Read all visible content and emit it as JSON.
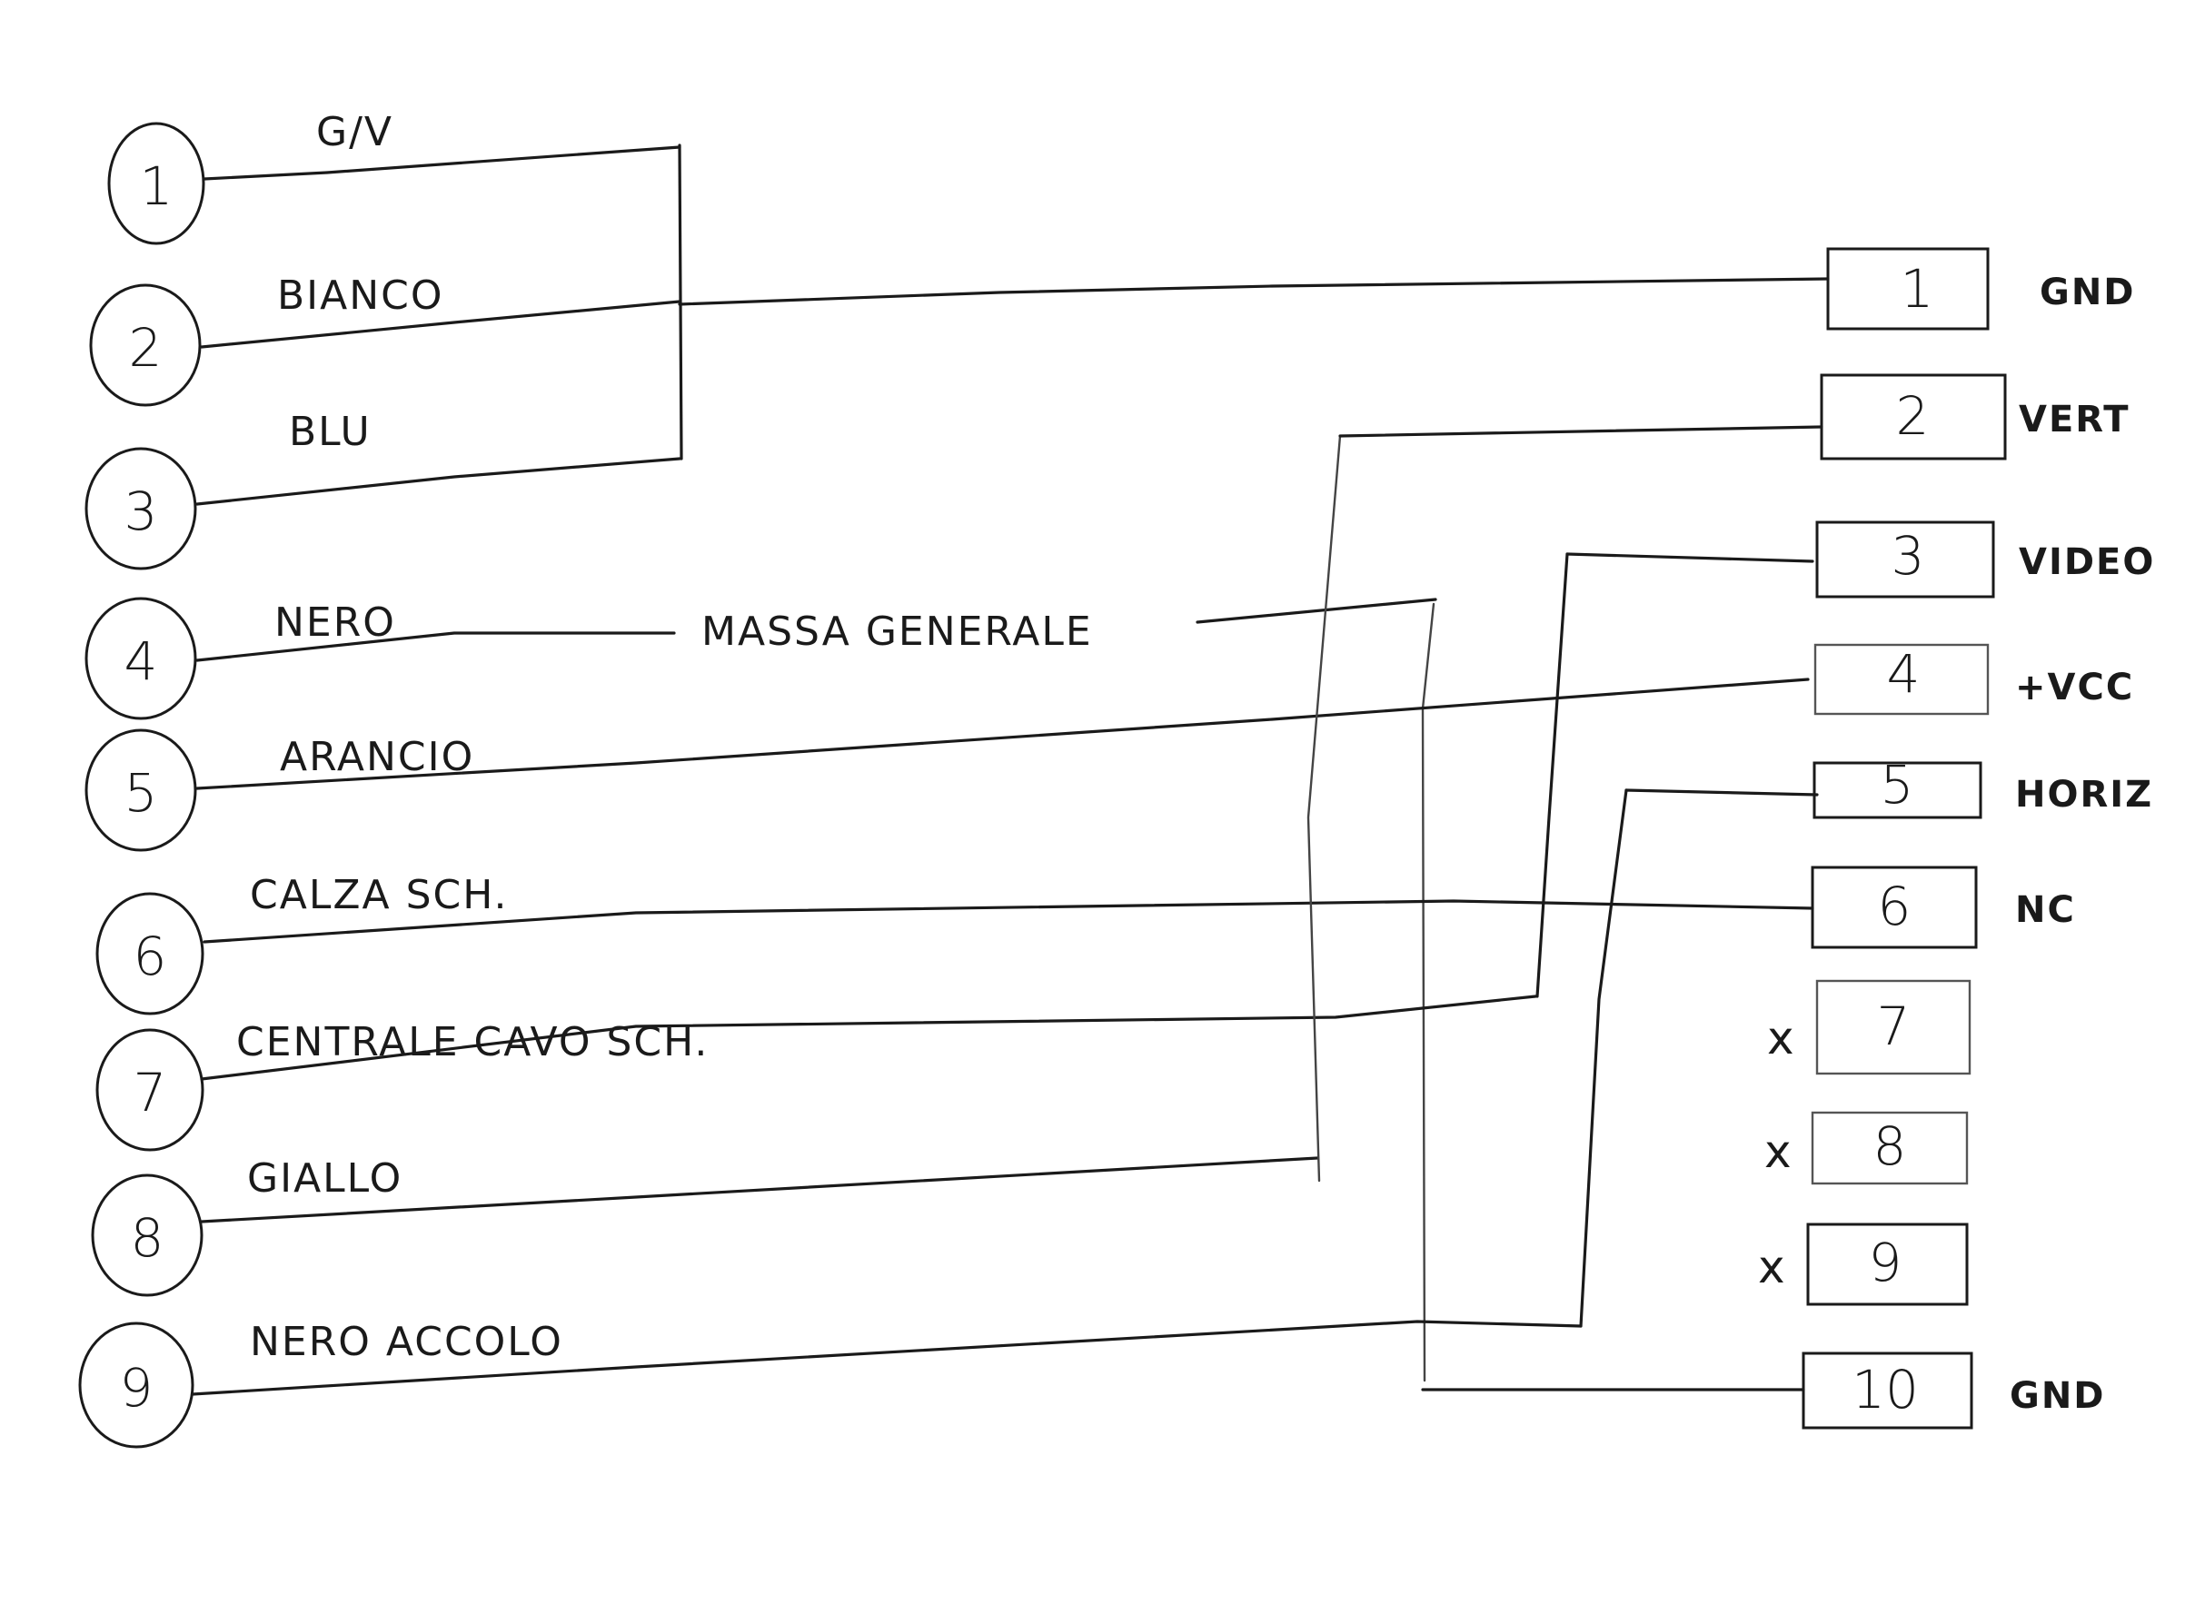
{
  "left_connector": {
    "pins": [
      {
        "number": "1",
        "wire_label": "G/V"
      },
      {
        "number": "2",
        "wire_label": "BIANCO"
      },
      {
        "number": "3",
        "wire_label": "BLU"
      },
      {
        "number": "4",
        "wire_label": "NERO"
      },
      {
        "number": "5",
        "wire_label": "ARANCIO"
      },
      {
        "number": "6",
        "wire_label": "CALZA SCH."
      },
      {
        "number": "7",
        "wire_label": "CENTRALE CAVO SCH."
      },
      {
        "number": "8",
        "wire_label": "GIALLO"
      },
      {
        "number": "9",
        "wire_label": "NERO ACCOLO"
      }
    ]
  },
  "middle_label": "MASSA GENERALE",
  "right_connector": {
    "pins": [
      {
        "number": "1",
        "signal": "GND",
        "marked_unused": false
      },
      {
        "number": "2",
        "signal": "VERT",
        "marked_unused": false
      },
      {
        "number": "3",
        "signal": "VIDEO",
        "marked_unused": false
      },
      {
        "number": "4",
        "signal": "+VCC",
        "marked_unused": false
      },
      {
        "number": "5",
        "signal": "HORIZ",
        "marked_unused": false
      },
      {
        "number": "6",
        "signal": "NC",
        "marked_unused": false
      },
      {
        "number": "7",
        "signal": "",
        "marked_unused": true
      },
      {
        "number": "8",
        "signal": "",
        "marked_unused": true
      },
      {
        "number": "9",
        "signal": "",
        "marked_unused": true
      },
      {
        "number": "10",
        "signal": "GND",
        "marked_unused": false
      }
    ],
    "unused_mark": "x"
  },
  "colors": {
    "ink": "#1a1a1a",
    "paper": "#ffffff"
  }
}
